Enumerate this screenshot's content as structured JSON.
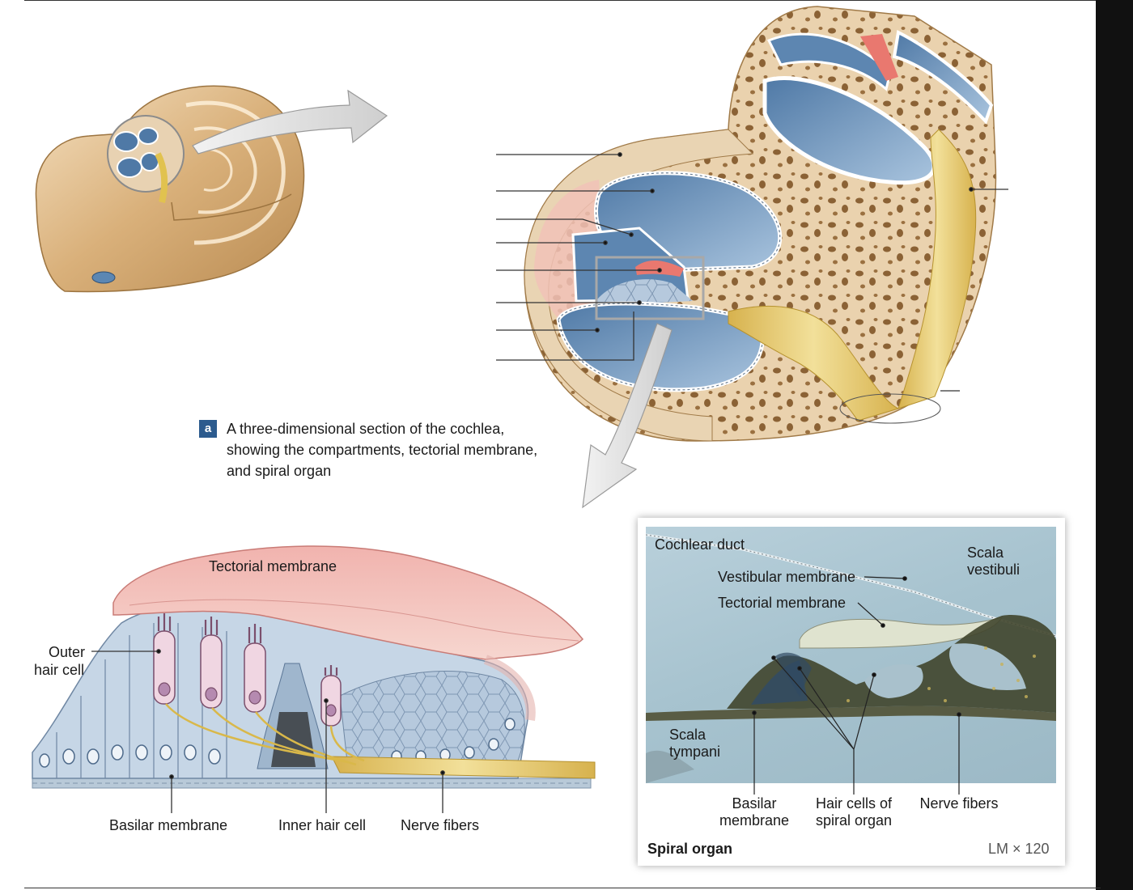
{
  "caption": {
    "badge": "a",
    "text": "A three-dimensional section of the cochlea, showing the compartments, tectorial membrane, and spiral organ"
  },
  "detail_labels": {
    "tectorial_membrane": "Tectorial membrane",
    "outer_hair_cell_line1": "Outer",
    "outer_hair_cell_line2": "hair cell",
    "basilar_membrane": "Basilar membrane",
    "inner_hair_cell": "Inner hair cell",
    "nerve_fibers": "Nerve fibers"
  },
  "micrograph": {
    "cochlear_duct": "Cochlear duct",
    "scala_vestibuli_line1": "Scala",
    "scala_vestibuli_line2": "vestibuli",
    "vestibular_membrane": "Vestibular membrane",
    "tectorial_membrane": "Tectorial membrane",
    "scala_tympani_line1": "Scala",
    "scala_tympani_line2": "tympani",
    "basilar_membrane_line1": "Basilar",
    "basilar_membrane_line2": "membrane",
    "hair_cells_line1": "Hair cells of",
    "hair_cells_line2": "spiral organ",
    "nerve_fibers": "Nerve fibers",
    "title": "Spiral organ",
    "magnification": "LM × 120"
  },
  "colors": {
    "bone": "#e3c9a6",
    "duct_blue": "#6f94b8",
    "nerve_yellow": "#e9d27a",
    "tectorial_pink": "#e8a4a1",
    "badge_blue": "#2c5b8e"
  }
}
